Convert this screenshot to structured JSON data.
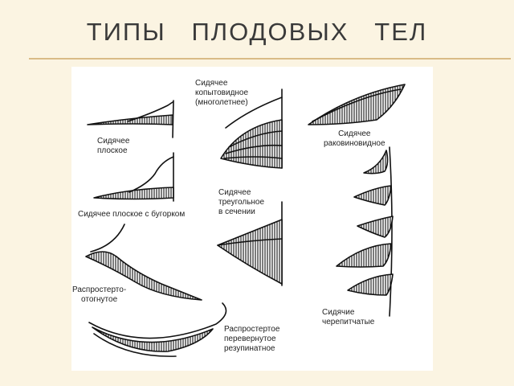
{
  "slide": {
    "title": "ТИПЫ   ПЛОДОВЫХ   ТЕЛ"
  },
  "figure": {
    "labels": {
      "sessile_flat": [
        "Сидячее",
        "плоское"
      ],
      "sessile_hoof": [
        "Сидячее",
        "копытовидное",
        "(многолетнее)"
      ],
      "sessile_shell": [
        "Сидячее",
        "раковиновидное"
      ],
      "sessile_flat_tubercle": [
        "Сидячее плоское с бугорком"
      ],
      "sessile_triangular": [
        "Сидячее",
        "треугольное",
        "в сечении"
      ],
      "spread_reflexed": [
        "Распростерто-",
        "отогнутое"
      ],
      "sessile_imbricate": [
        "Сидячие",
        "черепитчатые"
      ],
      "spread_resupinate": [
        "Распростертое",
        "перевернутое",
        "резупинатное"
      ]
    }
  }
}
